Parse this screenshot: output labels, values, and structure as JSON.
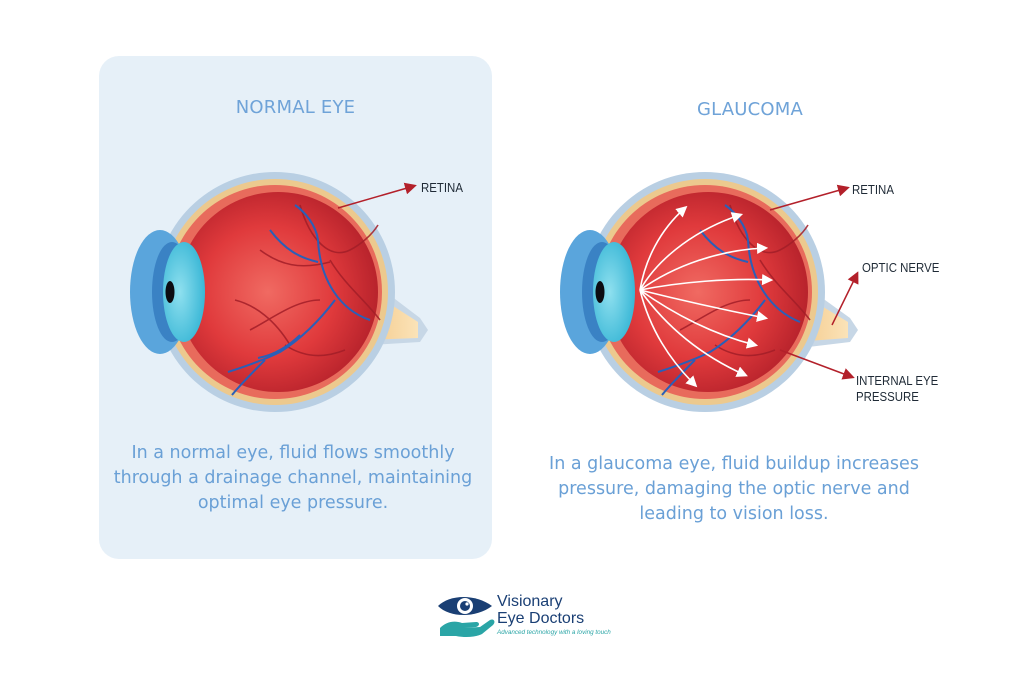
{
  "panels": {
    "normal": {
      "title": "NORMAL EYE",
      "description": "In a normal eye, fluid flows smoothly through a drainage channel, maintaining optimal eye pressure.",
      "labels": {
        "retina": "RETINA"
      }
    },
    "glaucoma": {
      "title": "GLAUCOMA",
      "description": "In a glaucoma eye, fluid buildup increases pressure, damaging the optic nerve and leading to vision loss.",
      "labels": {
        "retina": "RETINA",
        "optic_nerve": "OPTIC NERVE",
        "internal_pressure": "INTERNAL EYE PRESSURE"
      }
    }
  },
  "brand": {
    "name_line1": "Visionary",
    "name_line2": "Eye Doctors",
    "tagline": "Advanced technology with a loving touch"
  },
  "colors": {
    "title_blue": "#6fa3d8",
    "panel_bg": "#e6f0f8",
    "eye_red": "#d8323a",
    "arrow_red": "#b3202a",
    "brand_navy": "#1a3f74",
    "brand_teal": "#2aa5a6"
  }
}
